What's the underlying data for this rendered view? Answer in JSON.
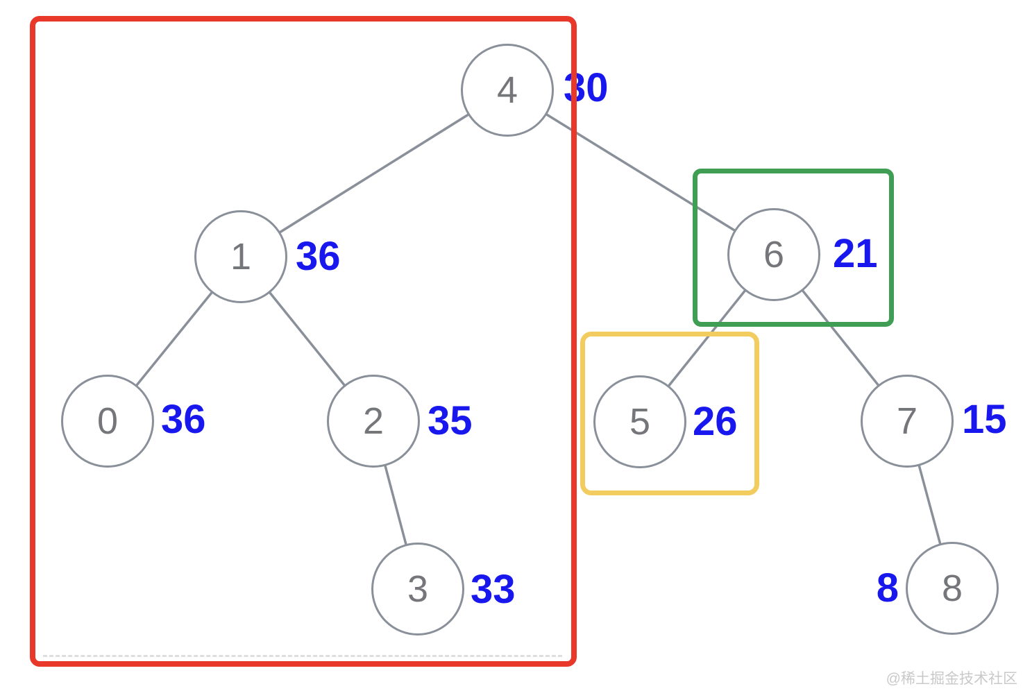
{
  "diagram": {
    "type": "binary-tree",
    "description": "Binary tree of node indices with blue values next to each node; red, green and yellow highlight boxes",
    "nodes": [
      {
        "label": "0",
        "value": "36"
      },
      {
        "label": "1",
        "value": "36"
      },
      {
        "label": "2",
        "value": "35"
      },
      {
        "label": "3",
        "value": "33"
      },
      {
        "label": "4",
        "value": "30"
      },
      {
        "label": "5",
        "value": "26"
      },
      {
        "label": "6",
        "value": "21"
      },
      {
        "label": "7",
        "value": "15"
      },
      {
        "label": "8",
        "value": "8"
      }
    ],
    "edges": [
      "4-1",
      "4-6",
      "1-0",
      "1-2",
      "2-3",
      "6-5",
      "6-7",
      "7-8"
    ],
    "highlights": [
      {
        "name": "red-box",
        "color": "#e8382a",
        "contains": [
          "4",
          "1",
          "0",
          "2",
          "3"
        ]
      },
      {
        "name": "green-box",
        "color": "#3f9e54",
        "contains": [
          "6"
        ]
      },
      {
        "name": "yellow-box",
        "color": "#f2cc5f",
        "contains": [
          "5"
        ]
      }
    ],
    "colors": {
      "value_text": "#1717ee",
      "node_stroke": "#8a9099",
      "node_text": "#75767a",
      "edge_stroke": "#8a9099"
    }
  },
  "watermark": "@稀土掘金技术社区"
}
